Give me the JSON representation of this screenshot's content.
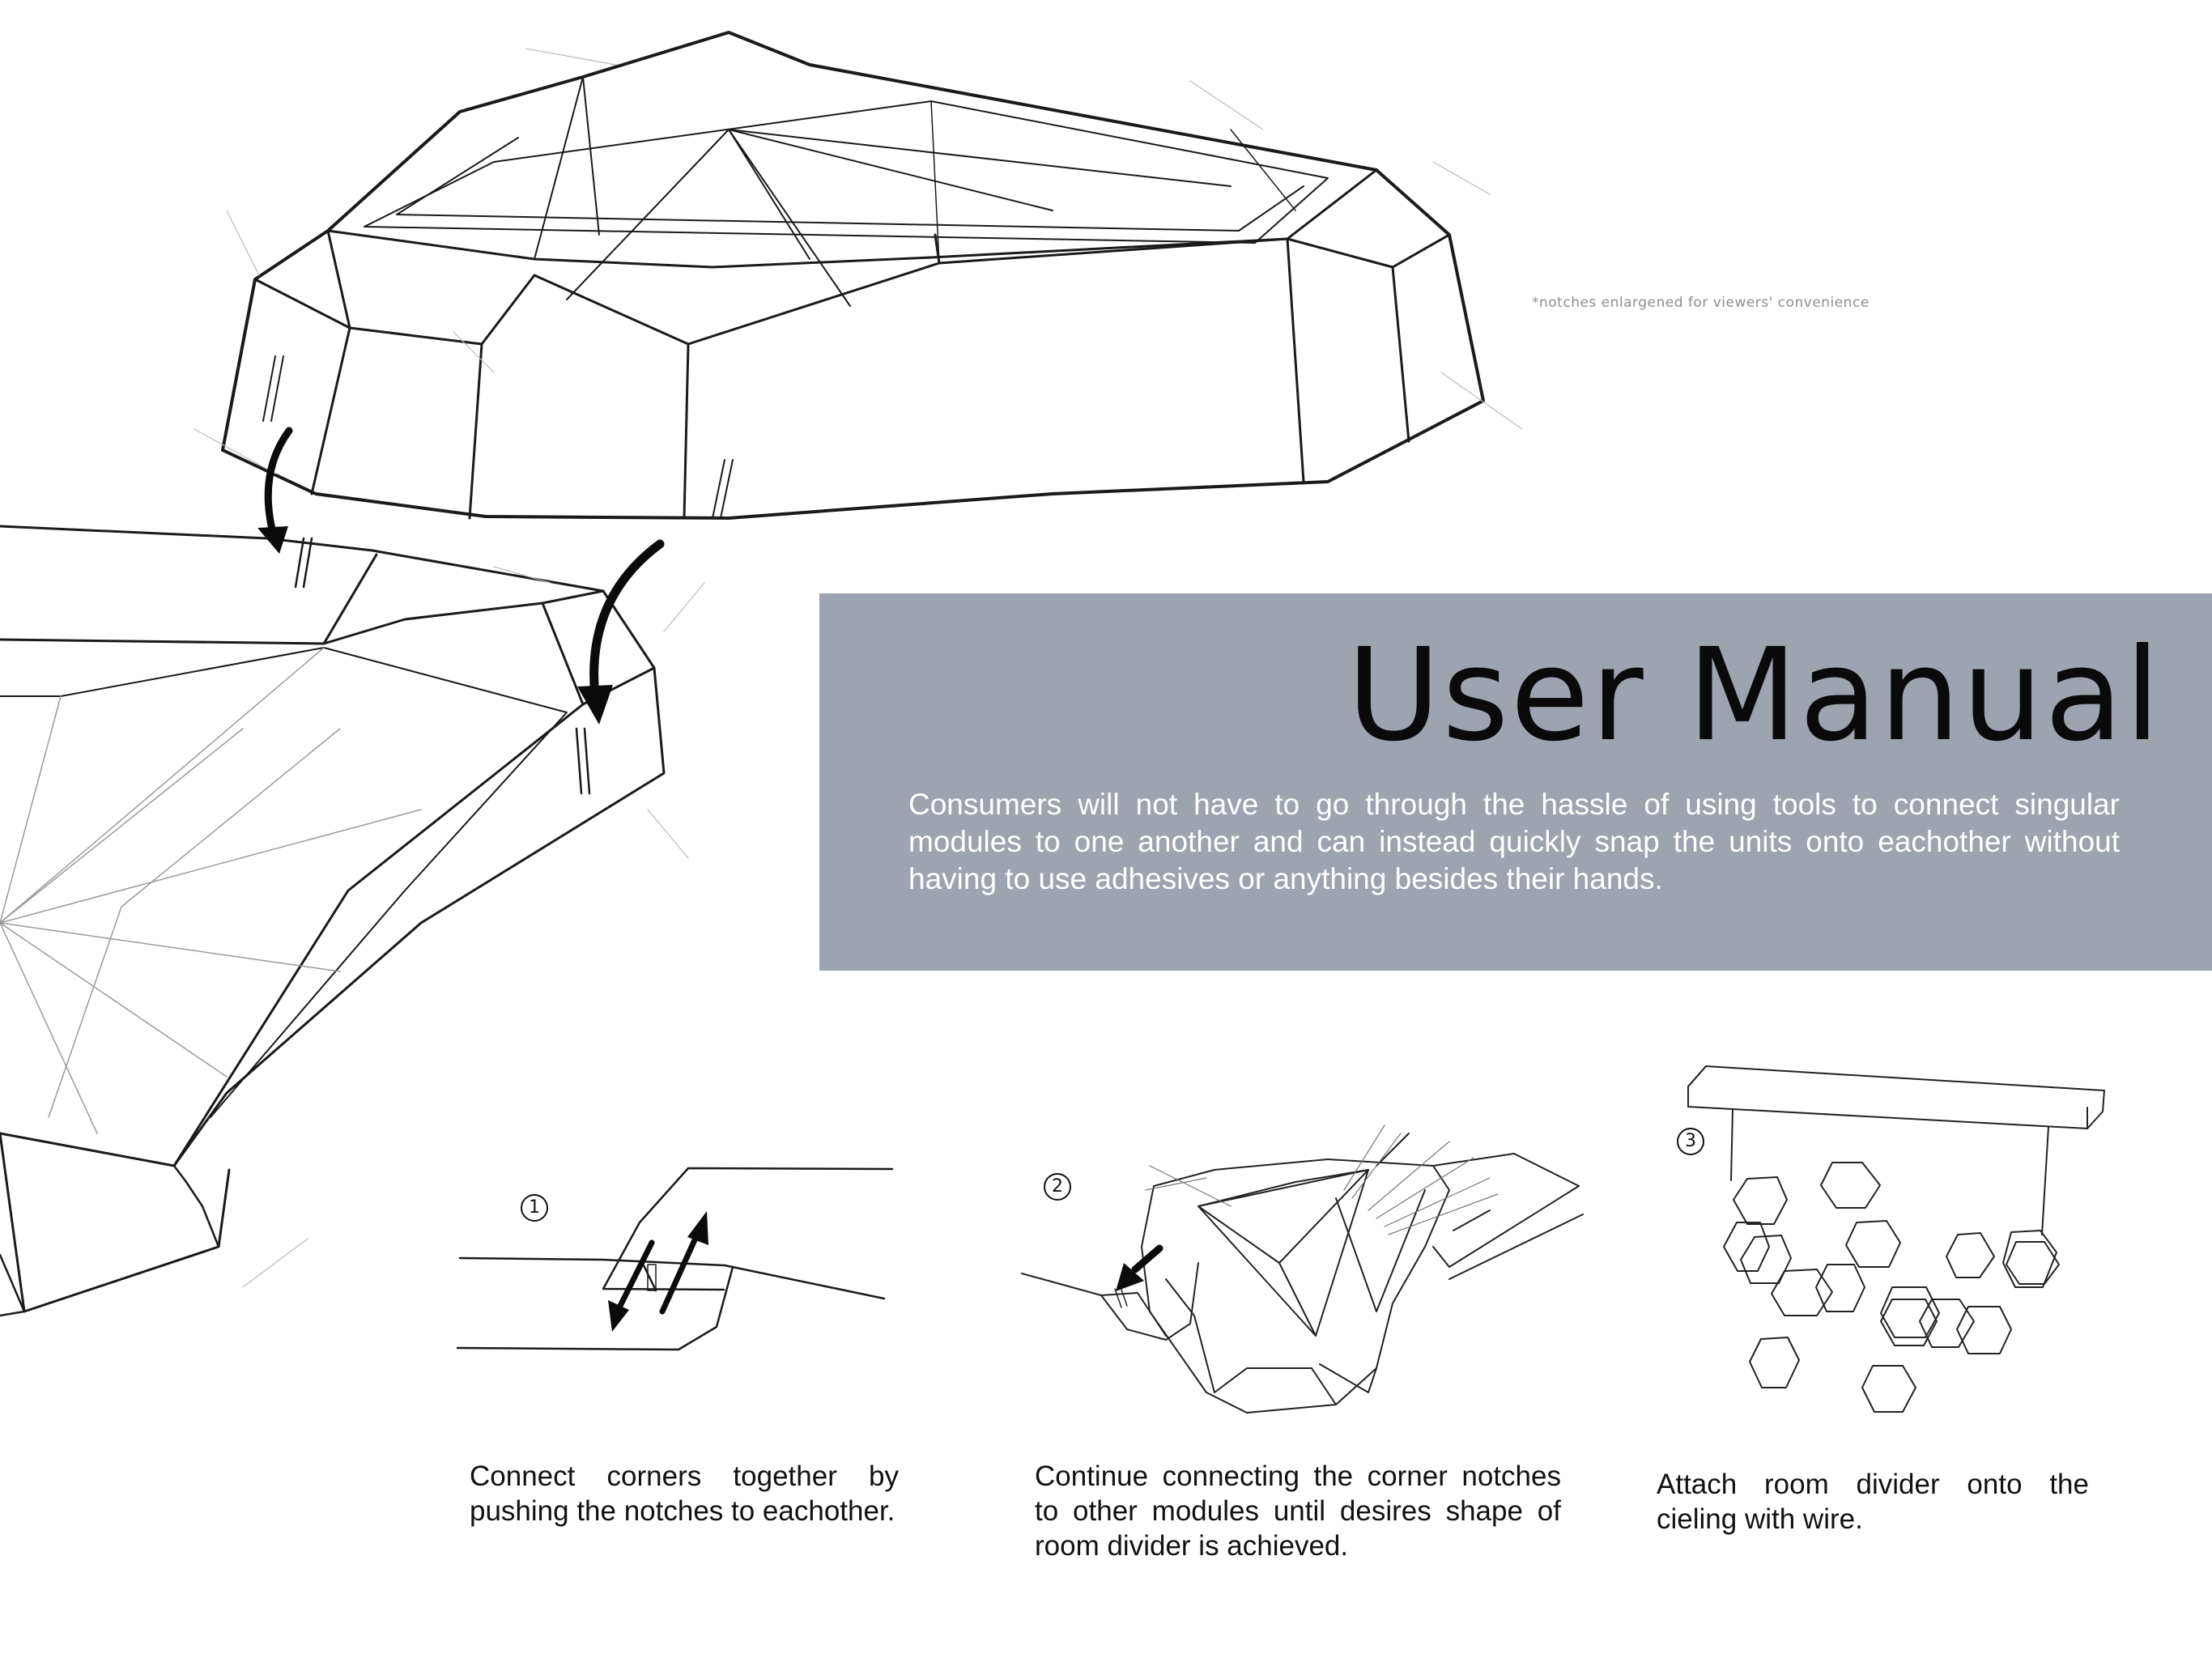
{
  "note": "*notches enlargened for viewers' convenience",
  "banner": {
    "title": "User Manual",
    "body": "Consumers will not have to go through the hassle of using tools to connect singular modules to one another and can instead quickly snap the units onto eachother without having to use adhesives or anything besides their hands."
  },
  "steps": [
    {
      "number": "1",
      "caption": "Connect corners together by pushing the notches to eachother."
    },
    {
      "number": "2",
      "caption": "Continue connecting the corner notches to other modules until desires shape of room divider is achieved."
    },
    {
      "number": "3",
      "caption": "Attach room divider onto the cieling with wire."
    }
  ],
  "colors": {
    "banner": "#9ea3b0",
    "title": "#0a0a0a",
    "body_text": "#ffffff",
    "ink": "#111111",
    "note": "#8e8e8e"
  },
  "icons": [
    "down-arrow-icon",
    "swap-arrows-icon",
    "push-arrow-icon"
  ]
}
